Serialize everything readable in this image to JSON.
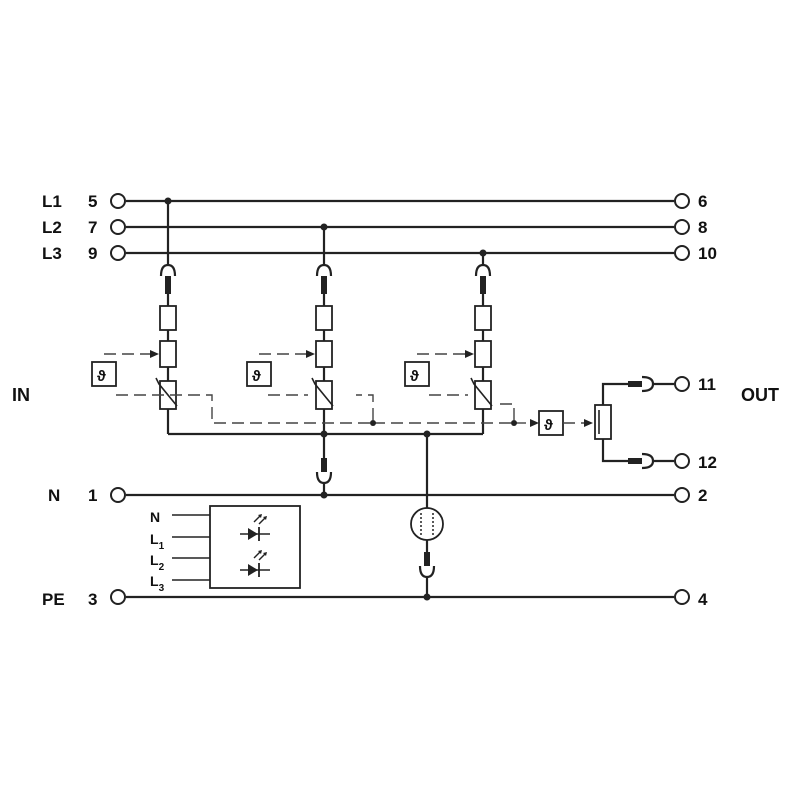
{
  "terminals": {
    "l1": {
      "label": "L1",
      "in": "5",
      "out": "6"
    },
    "l2": {
      "label": "L2",
      "in": "7",
      "out": "8"
    },
    "l3": {
      "label": "L3",
      "in": "9",
      "out": "10"
    },
    "n": {
      "label": "N",
      "in": "1",
      "out": "2"
    },
    "pe": {
      "label": "PE",
      "in": "3",
      "out": "4"
    }
  },
  "side_labels": {
    "in": "IN",
    "out": "OUT"
  },
  "remote_contact": {
    "top": "11",
    "bottom": "12"
  },
  "thermal_symbol": "ϑ",
  "led_box": {
    "lines": [
      {
        "main": "N",
        "sub": ""
      },
      {
        "main": "L",
        "sub": "1"
      },
      {
        "main": "L",
        "sub": "2"
      },
      {
        "main": "L",
        "sub": "3"
      }
    ]
  },
  "icons": [
    "terminal-icon",
    "varistor-icon",
    "fuse-icon",
    "thermal-disconnector-icon",
    "gas-discharge-tube-icon",
    "led-icon"
  ]
}
